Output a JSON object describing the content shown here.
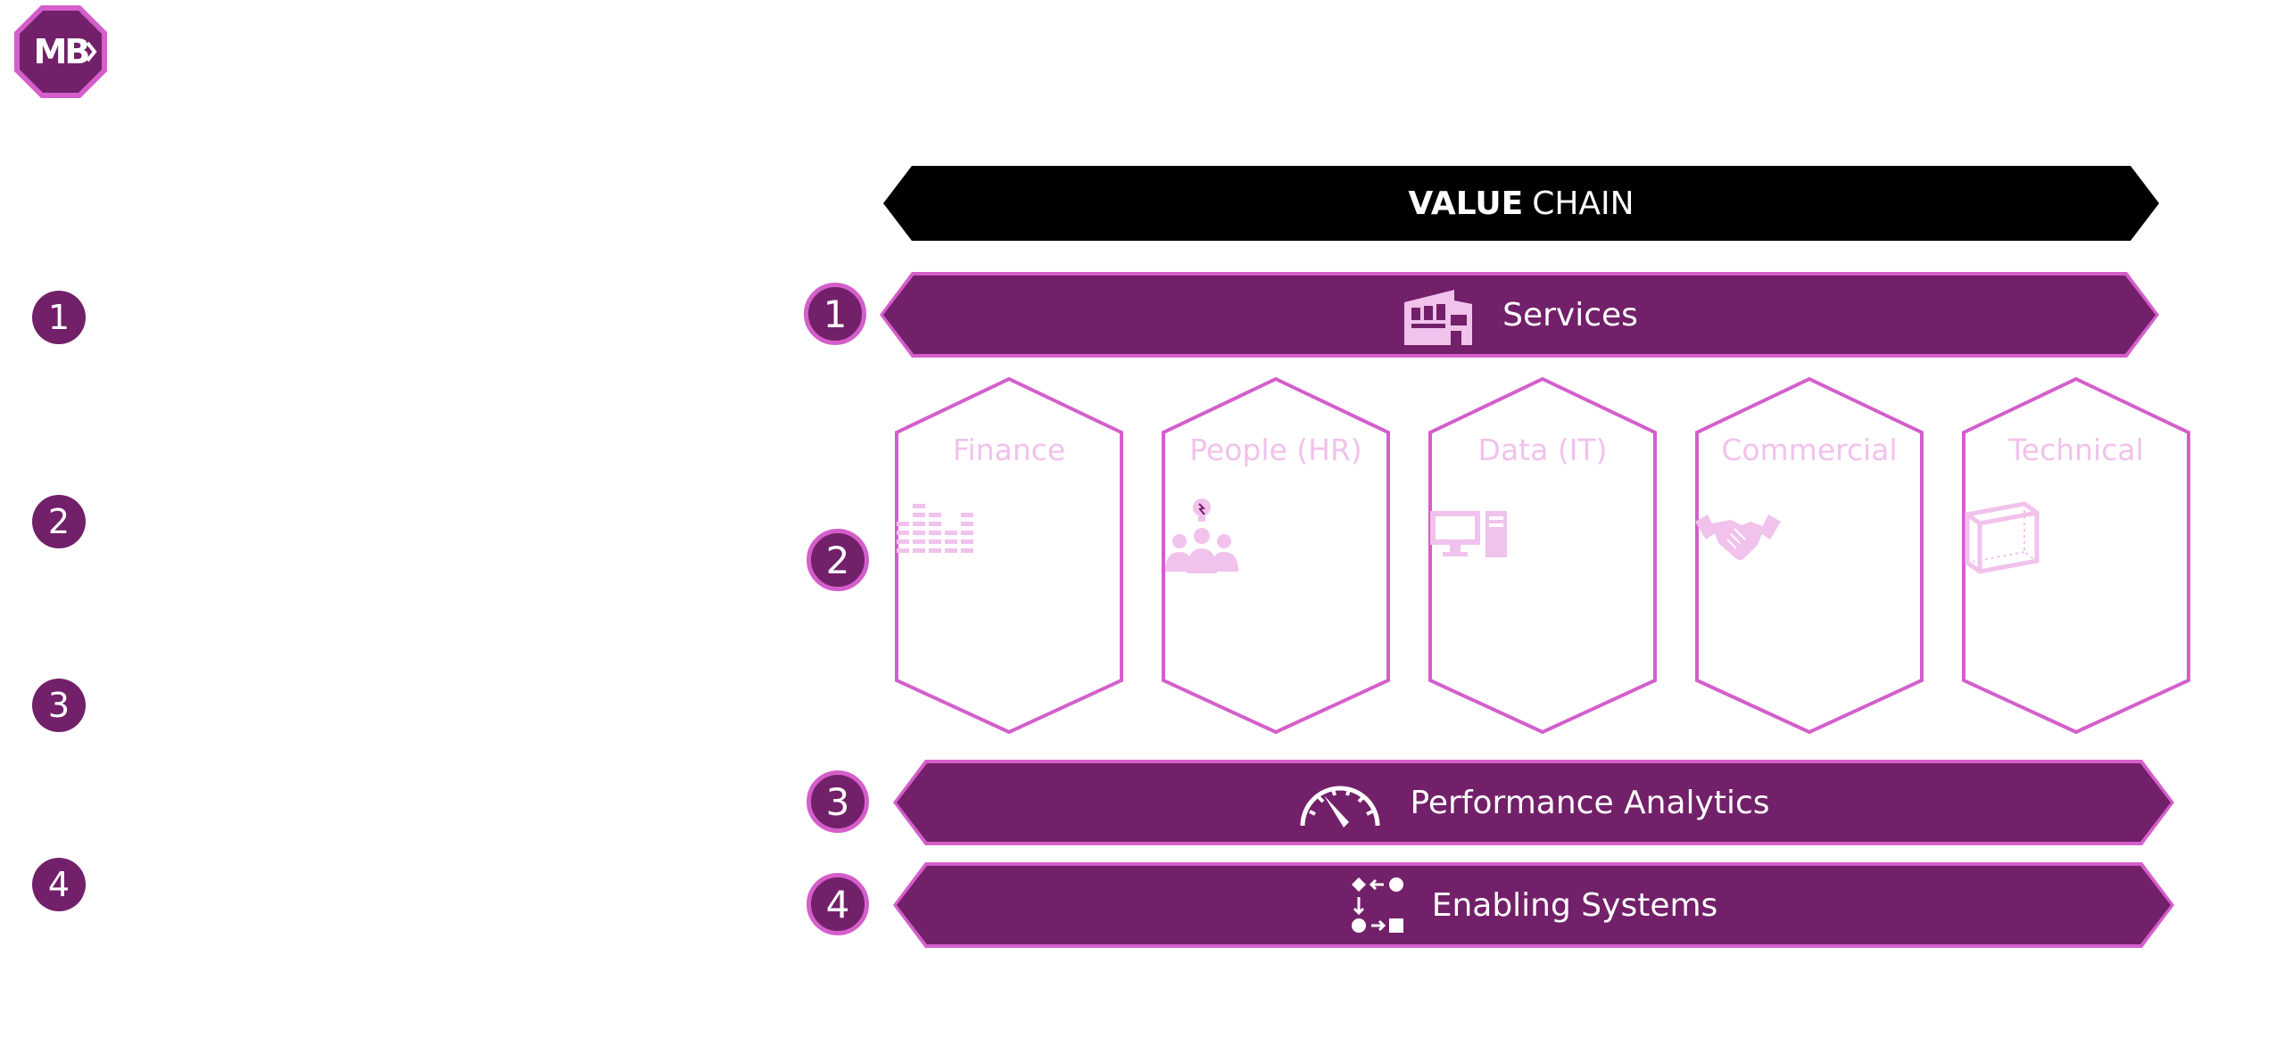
{
  "logo": {
    "text": "MB"
  },
  "left_markers": [
    "1",
    "2",
    "3",
    "4"
  ],
  "header": {
    "bold": "VALUE",
    "rest": "CHAIN"
  },
  "diagram_numbers": [
    "1",
    "2",
    "3",
    "4"
  ],
  "services": {
    "label": "Services",
    "icon": "factory-icon"
  },
  "pillars": [
    {
      "label": "Finance",
      "icon": "bar-chart-icon"
    },
    {
      "label": "People (HR)",
      "icon": "people-lightbulb-icon"
    },
    {
      "label": "Data (IT)",
      "icon": "computer-icon"
    },
    {
      "label": "Commercial",
      "icon": "handshake-icon"
    },
    {
      "label": "Technical",
      "icon": "cube-icon"
    }
  ],
  "performance": {
    "label": "Performance Analytics",
    "icon": "gauge-icon"
  },
  "enabling": {
    "label": "Enabling Systems",
    "icon": "flowchart-icon"
  },
  "colors": {
    "primary": "#722069",
    "accent": "#d45ecb",
    "pale": "#f1c2ec",
    "header": "#000000"
  }
}
